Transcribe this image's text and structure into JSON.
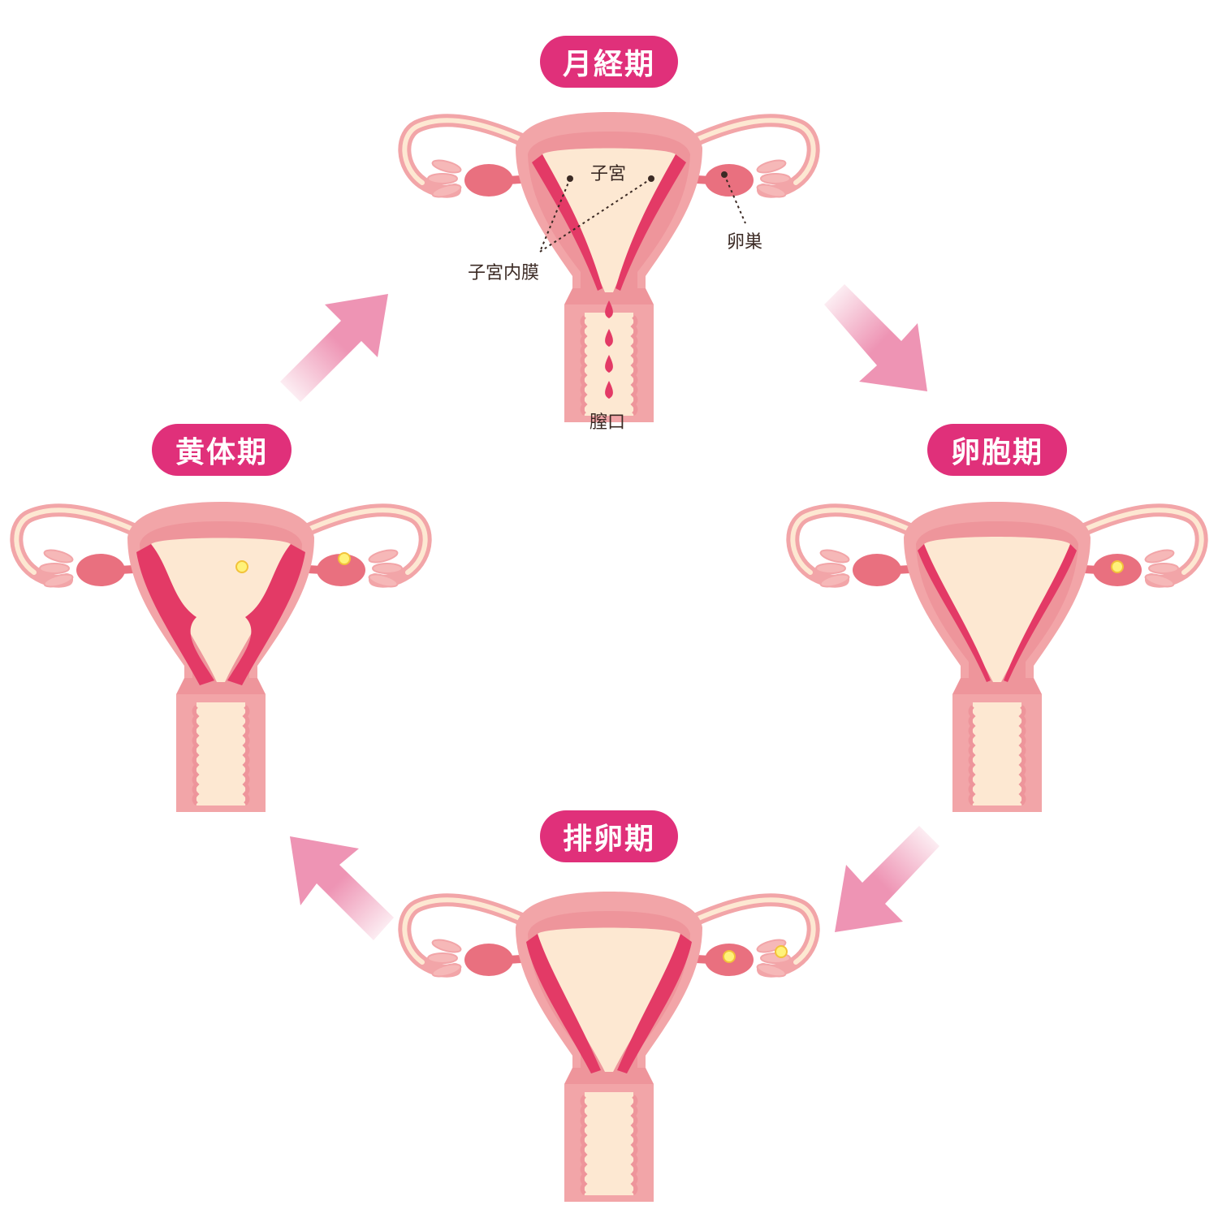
{
  "phases": {
    "menstrual": "月経期",
    "follicular": "卵胞期",
    "ovulation": "排卵期",
    "luteal": "黄体期"
  },
  "labels": {
    "uterus": "子宮",
    "endometrium": "子宮内膜",
    "ovary": "卵巣",
    "vaginal_opening": "膣口"
  },
  "colors": {
    "badge": "#e0307a",
    "outer": "#f2a5a8",
    "wall": "#ee959b",
    "lining": "#e33a66",
    "cavity": "#fde8d2",
    "ovary": "#e9707f",
    "egg": "#fff27a",
    "arrow": "#ee94b4",
    "leader": "#3b2a24"
  }
}
